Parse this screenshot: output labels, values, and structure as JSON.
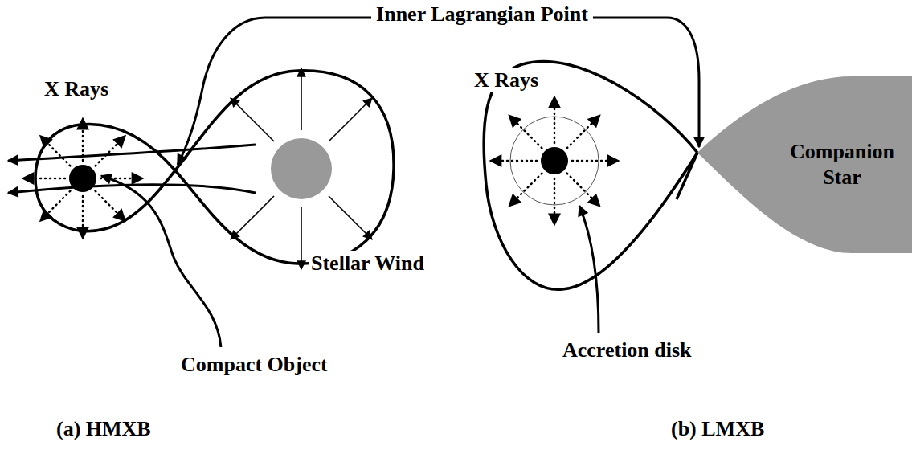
{
  "diagram": {
    "nodes": [
      {
        "text": [
          "Companion Star"
        ]
      }
    ],
    "labels": [
      "Inner Lagrangian Point",
      "X Rays",
      "Stellar Wind",
      "Compact Object",
      "(a) HMXB",
      "X Rays",
      "Accretion disk",
      "(b) LMXB"
    ]
  }
}
